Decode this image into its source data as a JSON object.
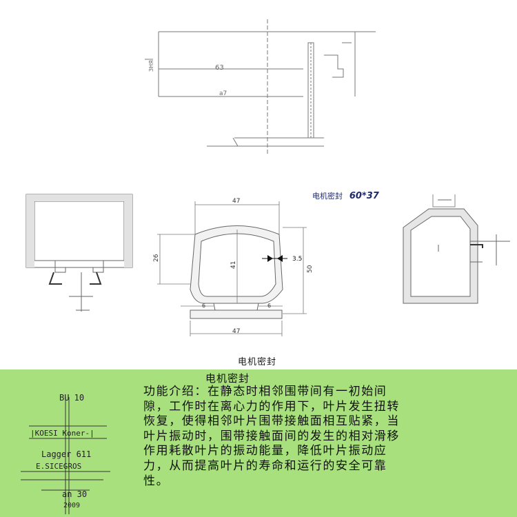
{
  "top_drawing": {
    "dim_a": "63",
    "dim_b": "a7"
  },
  "profile": {
    "top_width": "47",
    "bottom_width": "47",
    "left_height": "26",
    "inner_height": "41",
    "right_height": "50",
    "thickness": "3.5",
    "foot_left": "6",
    "foot_right": "6"
  },
  "annotation": {
    "name": "电机密封",
    "size": "60*37"
  },
  "caption": "电机密封",
  "green": {
    "title": "电机密封",
    "description": "功能介绍：在静态时相邻围带间有一初始间隙，工作时在离心力的作用下，叶片发生扭转恢复，使得相邻叶片围带接触面相互贴紧，当叶片振动时，围带接触面间的发生的相对滑移作用耗散叶片的振动能量，降低叶片振动应力，从而提高叶片的寿命和运行的安全可靠性。",
    "sketch_labels": [
      "BU 10",
      "|KOESI Koner-|",
      "Lagger 611",
      "E.SICEGROS",
      "an 30",
      "2009"
    ]
  }
}
